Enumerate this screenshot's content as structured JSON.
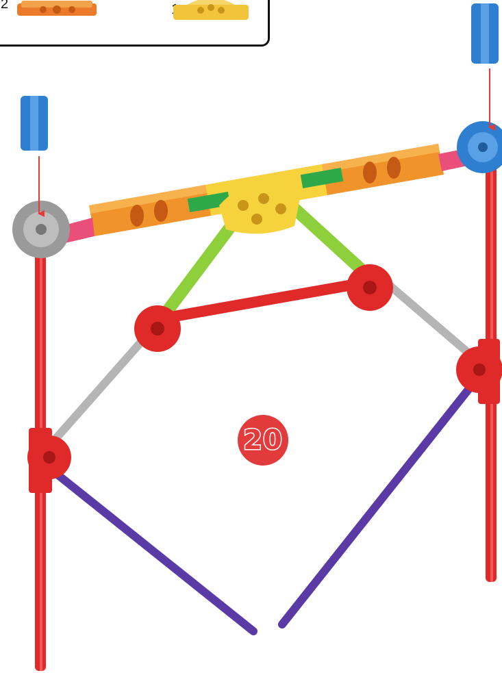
{
  "parts_box": {
    "items": [
      {
        "quantity": "2",
        "part": "orange-connector-rod-icon",
        "color": "#ec7a2b"
      },
      {
        "quantity": "1",
        "part": "yellow-connector-icon",
        "color": "#f2c43a"
      }
    ]
  },
  "step": {
    "number": "20",
    "color": "#e23b3b"
  },
  "colors": {
    "red_rod": "#e02a2a",
    "purple_rod": "#5a3aa5",
    "grey_rod": "#b5b5b5",
    "green_rod": "#8ecf3c",
    "blue_connector": "#2f7fd0",
    "grey_connector": "#9a9a9a",
    "orange_connector": "#f0932a",
    "yellow_connector": "#f6d23c",
    "pink_tip": "#ea4f7a",
    "arrow": "#e23b3b"
  }
}
